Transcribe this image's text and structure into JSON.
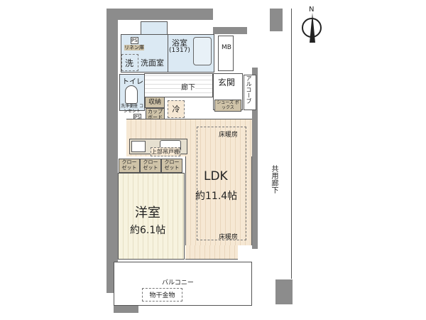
{
  "rooms": {
    "bath": "浴室",
    "bath_size": "(1317)",
    "mb": "MB",
    "ps1": "PS",
    "linen": "リネン庫",
    "wash": "洗",
    "washroom": "洗面室",
    "toilet": "トイレ",
    "outlet": "洗浄便座 コンセント",
    "ps2": "PS",
    "hall": "廊下",
    "entrance": "玄関",
    "alcove": "アルコーブ",
    "shoes": "シューズ ボックス",
    "storage": "収納",
    "fridge": "冷",
    "cupboard": "カップ ボード",
    "upper_cabinet": "上部吊戸棚",
    "floor_heat_1": "床暖房",
    "floor_heat_2": "床暖房",
    "ldk": "LDK",
    "ldk_size": "約11.4帖",
    "closets": [
      "クロー ゼット",
      "クロー ゼット",
      "クロー ゼット"
    ],
    "western": "洋室",
    "western_size": "約6.1帖",
    "balcony": "バルコニー",
    "laundry": "物干金物",
    "corridor": "共用廊下"
  },
  "compass": "N"
}
